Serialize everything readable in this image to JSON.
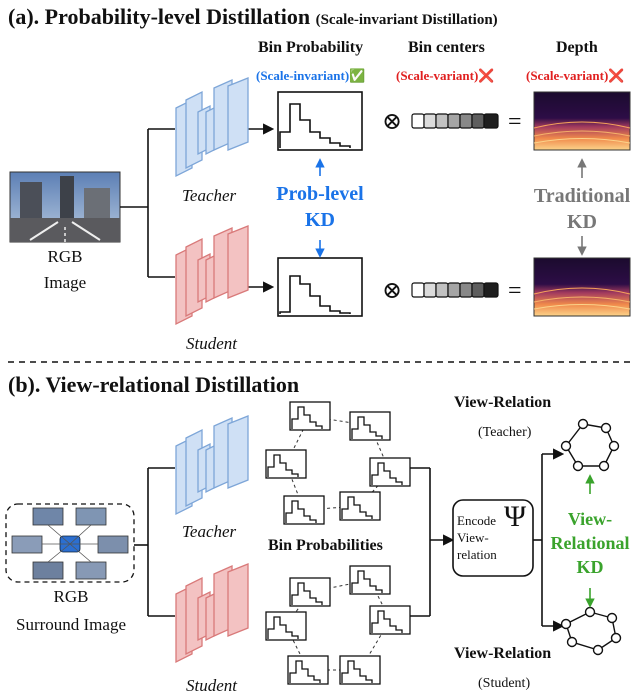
{
  "section_a": {
    "title": "(a). Probability-level Distillation",
    "subtitle": "(Scale-invariant Distillation)",
    "col_bin_probability": "Bin Probability",
    "col_bin_centers": "Bin centers",
    "col_depth": "Depth",
    "tag_invariant": "(Scale-invariant)✅",
    "tag_variant_centers": "(Scale-variant)❌",
    "tag_variant_depth": "(Scale-variant)❌",
    "teacher": "Teacher",
    "student": "Student",
    "prob_kd_1": "Prob-level",
    "prob_kd_2": "KD",
    "trad_kd_1": "Traditional",
    "trad_kd_2": "KD",
    "input_1": "RGB",
    "input_2": "Image",
    "otimes": "⊗",
    "equals": "="
  },
  "section_b": {
    "title": "(b). View-relational Distillation",
    "teacher": "Teacher",
    "student": "Student",
    "bin_probabilities": "Bin Probabilities",
    "input_1": "RGB",
    "input_2": "Surround Image",
    "encode_1": "Encode",
    "encode_2": "View-",
    "encode_3": "relation",
    "psi": "Ψ",
    "view_relation_top": "View-Relation",
    "teacher_paren": "(Teacher)",
    "view_relation_bottom": "View-Relation",
    "student_paren": "(Student)",
    "vr_kd_1": "View-",
    "vr_kd_2": "Relational",
    "vr_kd_3": "KD"
  },
  "colors": {
    "teacher_fill": "#cfe0f5",
    "teacher_stroke": "#7ea6d8",
    "student_fill": "#f3c2c2",
    "student_stroke": "#d97a7a",
    "blue_text": "#1a73e8",
    "red_text": "#e02020",
    "green_text": "#3aa32c",
    "gray_text": "#777777"
  }
}
